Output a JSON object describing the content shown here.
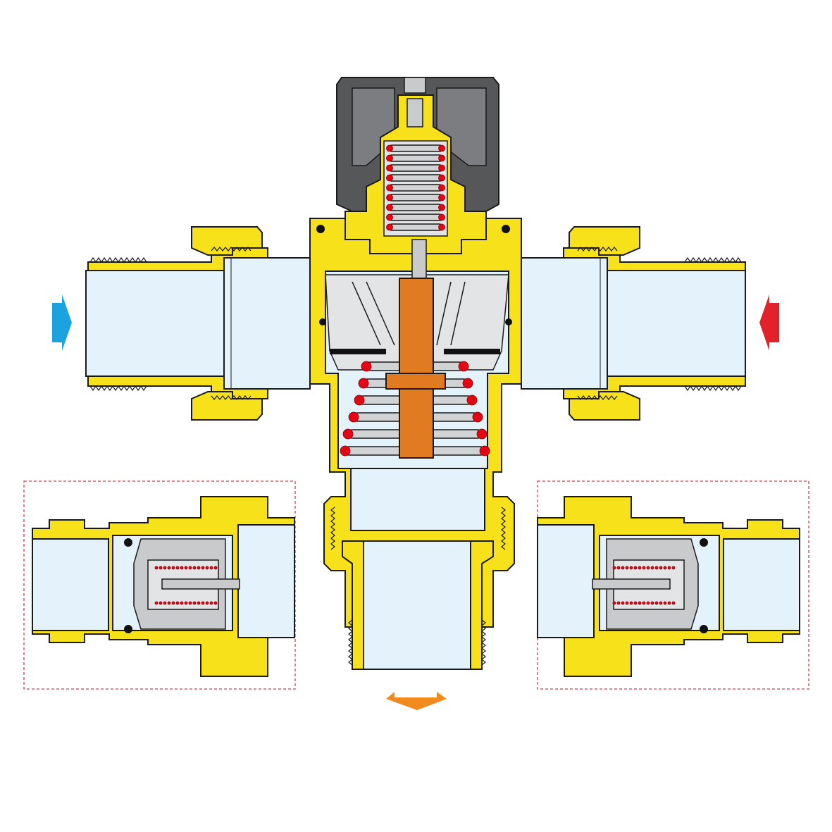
{
  "figure": {
    "colors": {
      "brass": "#f7e11a",
      "water": "#e4f3fb",
      "knob": "#555759",
      "spring_coil": "#d2d3d5",
      "spring_dot": "#e30613",
      "thermostat_core": "#e07b22",
      "cold_arrow": "#1aa3e0",
      "hot_arrow": "#e3212a",
      "mixed_arrow": "#f28a1e",
      "detail_frame": "#d2404a"
    },
    "arrows": [
      {
        "name": "cold-inlet-arrow",
        "direction": "right",
        "color": "#1aa3e0"
      },
      {
        "name": "hot-inlet-arrow",
        "direction": "left",
        "color": "#e3212a"
      },
      {
        "name": "mixed-outlet-arrow",
        "direction": "down",
        "color": "#f28a1e"
      }
    ],
    "detail_views": [
      {
        "name": "check-valve-detail-left"
      },
      {
        "name": "check-valve-detail-right"
      }
    ]
  }
}
